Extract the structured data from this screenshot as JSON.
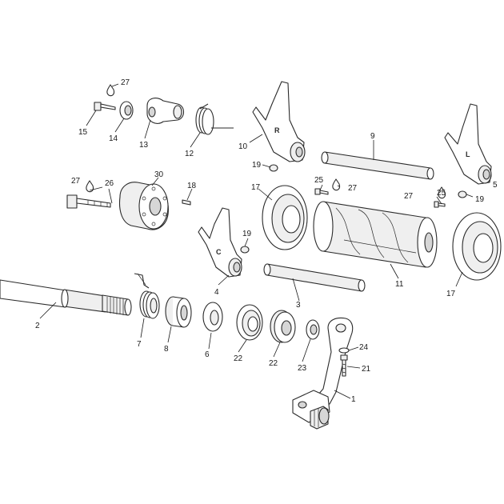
{
  "labels": {
    "p1": "1",
    "p2": "2",
    "p3": "3",
    "p4": "4",
    "p5": "5",
    "p6": "6",
    "p7": "7",
    "p8": "8",
    "p9": "9",
    "p10": "10",
    "p11": "11",
    "p12": "12",
    "p13": "13",
    "p14": "14",
    "p15": "15",
    "p17a": "17",
    "p17b": "17",
    "p18": "18",
    "p19a": "19",
    "p19b": "19",
    "p19c": "19",
    "p21": "21",
    "p22a": "22",
    "p22b": "22",
    "p23": "23",
    "p24": "24",
    "p25a": "25",
    "p25b": "25",
    "p26": "26",
    "p27a": "27",
    "p27b": "27",
    "p27c": "27",
    "p27d": "27",
    "p30": "30"
  },
  "fork_letters": {
    "fork_r": "R",
    "fork_l": "L",
    "fork_c": "C"
  }
}
